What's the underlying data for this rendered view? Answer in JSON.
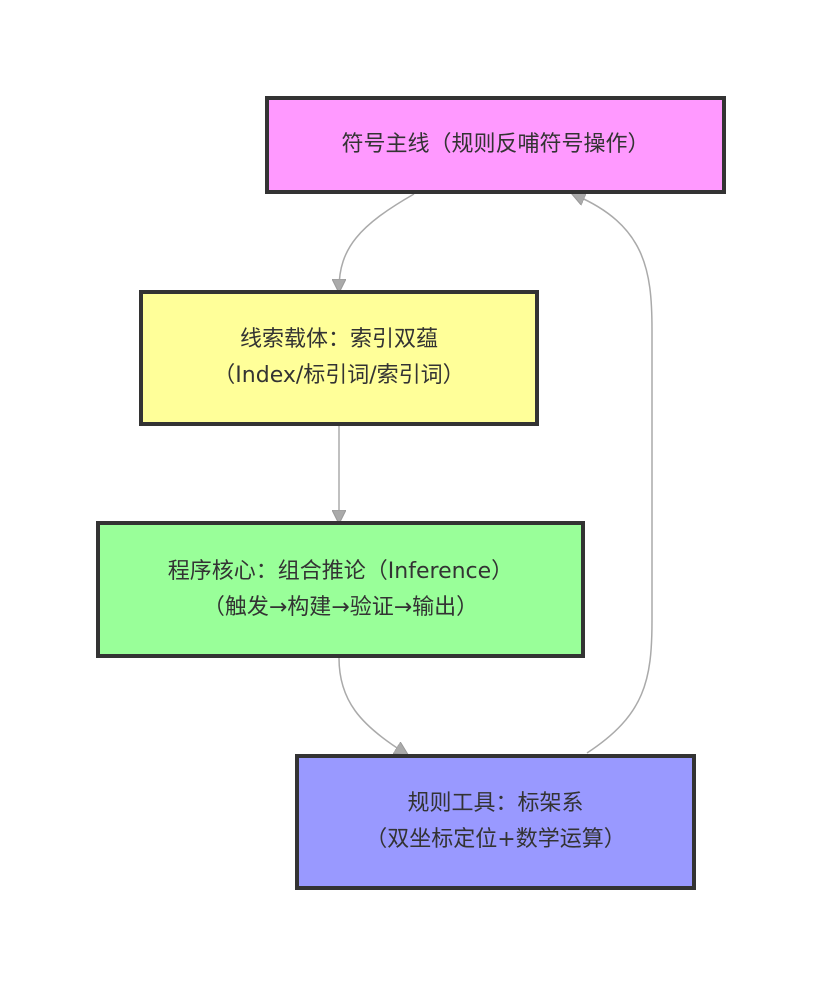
{
  "nodes": {
    "symbol": {
      "line1": "符号主线（规则反哺符号操作）",
      "fill": "#ff99ff"
    },
    "clue": {
      "line1": "线索载体：索引双蕴",
      "line2": "（Index/标引词/索引词）",
      "fill": "#ffff99"
    },
    "core": {
      "line1": "程序核心：组合推论（Inference）",
      "line2": "（触发→构建→验证→输出）",
      "fill": "#99ff99"
    },
    "tool": {
      "line1": "规则工具：标架系",
      "line2": "（双坐标定位+数学运算）",
      "fill": "#9999ff"
    }
  },
  "edges": [
    {
      "from": "symbol",
      "to": "clue"
    },
    {
      "from": "clue",
      "to": "core"
    },
    {
      "from": "core",
      "to": "tool"
    },
    {
      "from": "tool",
      "to": "symbol"
    }
  ],
  "style": {
    "edge_color": "#aaaaaa",
    "border_color": "#333333",
    "text_color": "#333333"
  }
}
